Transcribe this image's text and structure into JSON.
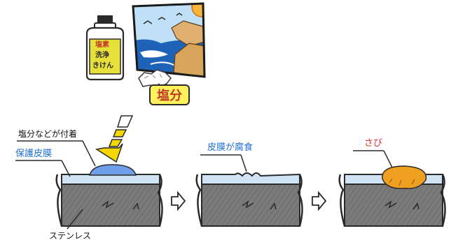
{
  "labels": {
    "salt_tag": "塩分",
    "salt_attached": "塩分などが付着",
    "protective_film": "保護皮膜",
    "film_corroded": "皮膜が腐食",
    "rust": "さび",
    "stainless": "ステンレス",
    "bottle_line1": "塩素",
    "bottle_line2": "洗浄",
    "bottle_line3": "きけん"
  },
  "colors": {
    "salt_tag_fill": "#fff15a",
    "salt_tag_text": "#c0392b",
    "film_label": "#1f6fd6",
    "rust_label": "#e0302a",
    "rust_fill": "#f0a020",
    "deposit_fill": "#6f9fe8",
    "film_fill": "#cfe3f5",
    "steel_fill": "#7b7b7b",
    "arrow_fill": "#f5d800",
    "bottle_body": "#e8e03a"
  },
  "icons": [
    "spray-bottle-icon",
    "seaside-picture-icon",
    "salt-crystal-icon",
    "arrow-down-icon",
    "flow-arrow-icon"
  ]
}
